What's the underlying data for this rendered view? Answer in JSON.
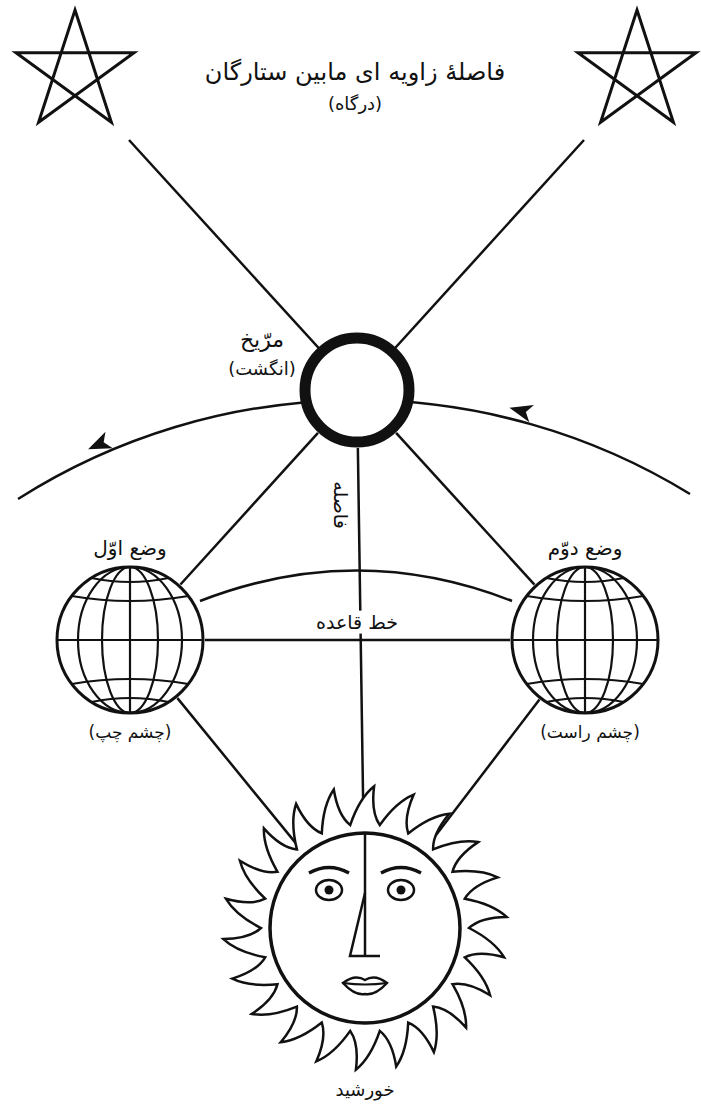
{
  "diagram": {
    "nodes": [
      {
        "text": [
          "مرّیخ",
          "(انگشت)"
        ]
      },
      {
        "text": [
          "وضع اوّل",
          "(چشم چپ)"
        ]
      },
      {
        "text": [
          "وضع دوّم",
          "(چشم راست)"
        ]
      },
      {
        "text": [
          "خورشید"
        ]
      }
    ],
    "edges": [
      {
        "from": 0,
        "to": 1,
        "arrow": "none"
      },
      {
        "from": 0,
        "to": 2,
        "arrow": "none"
      },
      {
        "from": 1,
        "to": 2,
        "label": "خط قاعده",
        "arrow": "none"
      },
      {
        "from": 0,
        "to": 3,
        "label": "فاصله",
        "arrow": "none"
      },
      {
        "from": 1,
        "to": 3,
        "arrow": "none"
      },
      {
        "from": 2,
        "to": 3,
        "arrow": "none"
      }
    ],
    "labels": [
      "فاصلهٔ زاویه ای مابین ستارگان",
      "(درگاه)"
    ]
  }
}
